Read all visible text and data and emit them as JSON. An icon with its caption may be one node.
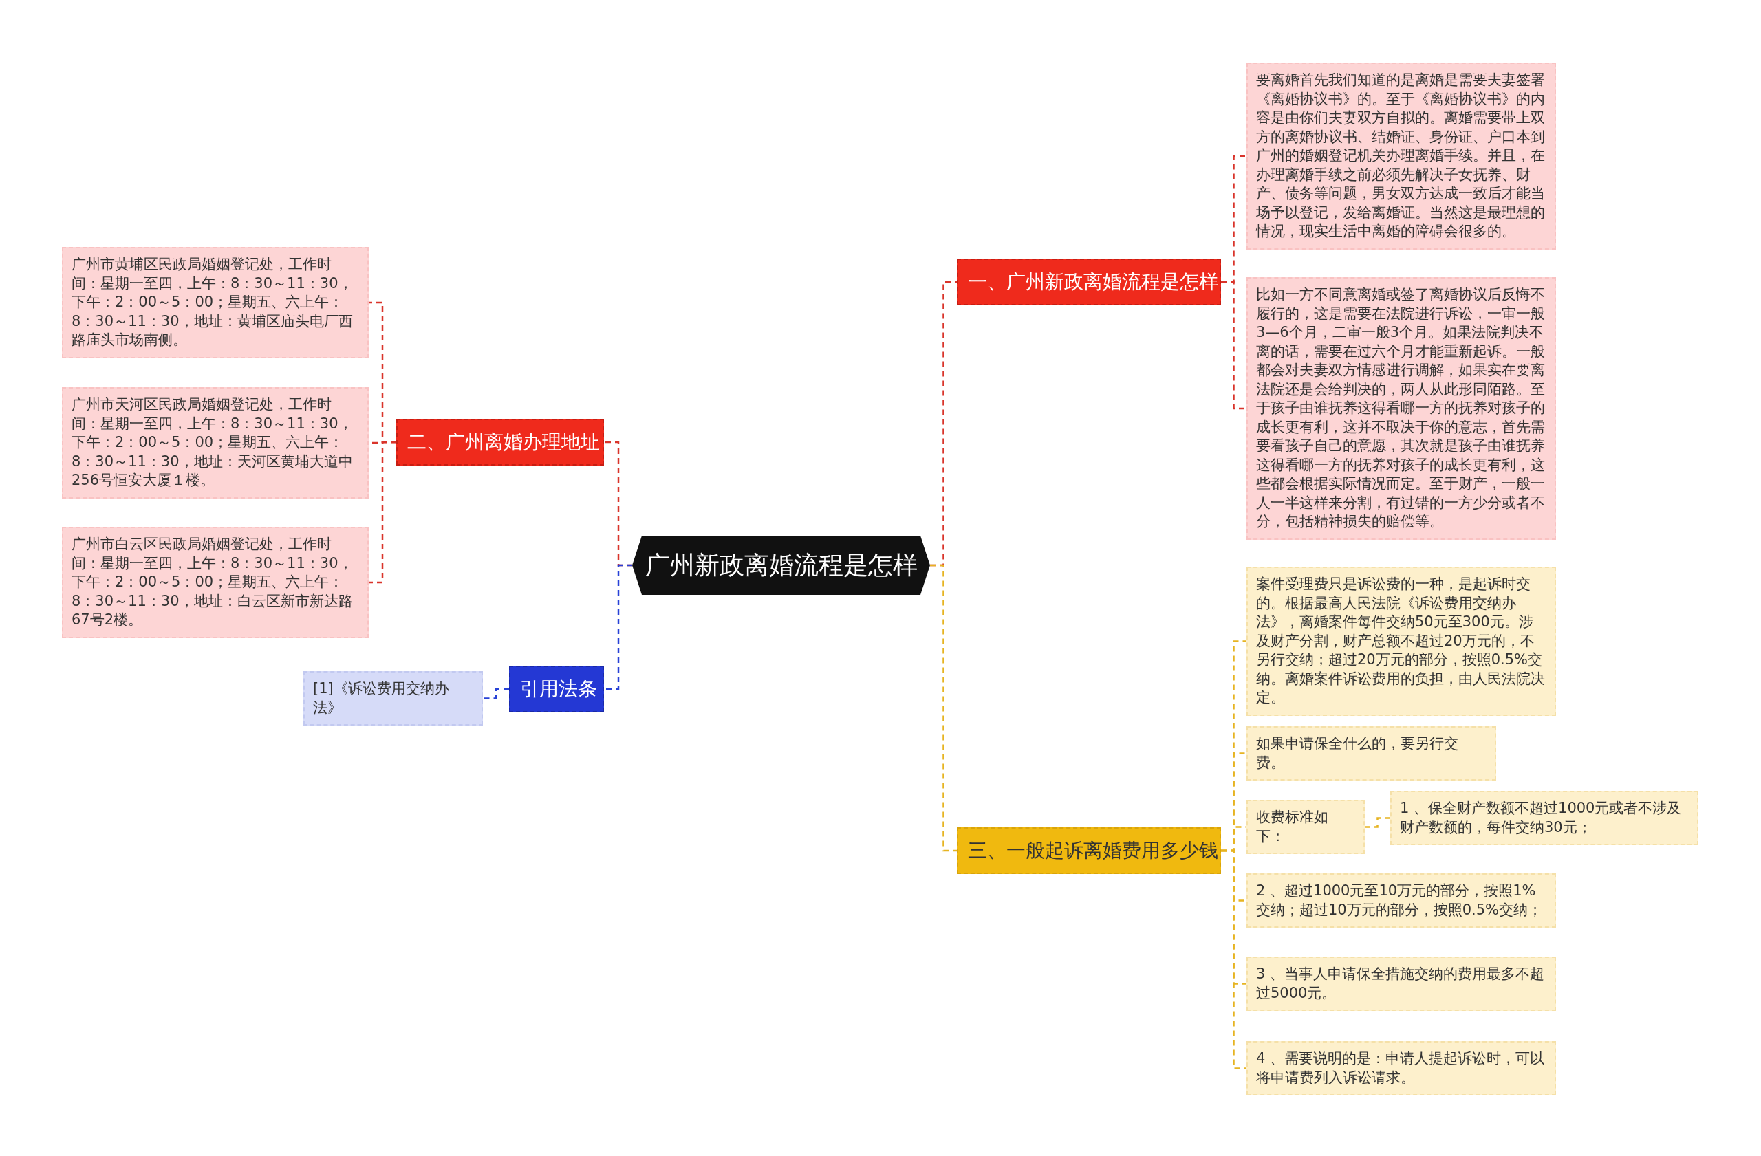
{
  "diagram": {
    "nodes": [
      {
        "text": [
          "广州新政离婚流程是怎样"
        ]
      },
      {
        "text": [
          "一、广州新政离婚流程是怎样"
        ]
      },
      {
        "text": [
          "要离婚首先我们知道的是离婚是需要夫妻签署《离婚协议书》的。至于《离婚协议书》的内容是由你们夫妻双方自拟的。离婚需要带上双方的离婚协议书、结婚证、身份证、户口本到广州的婚姻登记机关办理离婚手续。并且，在办理离婚手续之前必须先解决子女抚养、财产、债务等问题，男女双方达成一致后才能当场予以登记，发给离婚证。当然这是最理想的情况，现实生活中离婚的障碍会很多的。"
        ]
      },
      {
        "text": [
          "比如一方不同意离婚或签了离婚协议后反悔不履行的，这是需要在法院进行诉讼，一审一般3—6个月，二审一般3个月。如果法院判决不离的话，需要在过六个月才能重新起诉。一般都会对夫妻双方情感进行调解，如果实在要离法院还是会给判决的，两人从此形同陌路。至于孩子由谁抚养这得看哪一方的抚养对孩子的成长更有利，这并不取决于你的意志，首先需要看孩子自己的意愿，其次就是孩子由谁抚养这得看哪一方的抚养对孩子的成长更有利，这些都会根据实际情况而定。至于财产，一般一人一半这样来分割，有过错的一方少分或者不分，包括精神损失的赔偿等。"
        ]
      },
      {
        "text": [
          "三、一般起诉离婚费用多少钱"
        ]
      },
      {
        "text": [
          "案件受理费只是诉讼费的一种，是起诉时交的。根据最高人民法院《诉讼费用交纳办法》，离婚案件每件交纳50元至300元。涉及财产分割，财产总额不超过20万元的，不另行交纳；超过20万元的部分，按照0.5%交纳。离婚案件诉讼费用的负担，由人民法院决定。"
        ]
      },
      {
        "text": [
          "如果申请保全什么的，要另行交费。"
        ]
      },
      {
        "text": [
          "收费标准如下："
        ]
      },
      {
        "text": [
          "1 、保全财产数额不超过1000元或者不涉及财产数额的，每件交纳30元；"
        ]
      },
      {
        "text": [
          "2 、超过1000元至10万元的部分，按照1%交纳；超过10万元的部分，按照0.5%交纳；"
        ]
      },
      {
        "text": [
          "3 、当事人申请保全措施交纳的费用最多不超过5000元。"
        ]
      },
      {
        "text": [
          "4 、需要说明的是：申请人提起诉讼时，可以将申请费列入诉讼请求。"
        ]
      },
      {
        "text": [
          "二、广州离婚办理地址"
        ]
      },
      {
        "text": [
          "广州市黄埔区民政局婚姻登记处，工作时间：星期一至四，上午：8：30～11：30，下午：2：00～5：00；星期五、六上午：8：30～11：30，地址：黄埔区庙头电厂西路庙头市场南侧。"
        ]
      },
      {
        "text": [
          "广州市天河区民政局婚姻登记处，工作时间：星期一至四，上午：8：30～11：30，下午：2：00～5：00；星期五、六上午：8：30～11：30，地址：天河区黄埔大道中256号恒安大厦１楼。"
        ]
      },
      {
        "text": [
          "广州市白云区民政局婚姻登记处，工作时间：星期一至四，上午：8：30～11：30，下午：2：00～5：00；星期五、六上午：8：30～11：30，地址：白云区新市新达路67号2楼。"
        ]
      },
      {
        "text": [
          "引用法条"
        ]
      },
      {
        "text": [
          "[1]《诉讼费用交纳办法》"
        ]
      }
    ],
    "edges": [
      {
        "from": 0,
        "to": 1,
        "arrow": "none",
        "style": "dashed",
        "color": "#d9342b"
      },
      {
        "from": 1,
        "to": 2,
        "arrow": "none",
        "style": "dashed",
        "color": "#d9342b"
      },
      {
        "from": 1,
        "to": 3,
        "arrow": "none",
        "style": "dashed",
        "color": "#d9342b"
      },
      {
        "from": 0,
        "to": 4,
        "arrow": "none",
        "style": "dashed"
      },
      {
        "from": 4,
        "to": 5,
        "arrow": "none",
        "style": "dashed"
      },
      {
        "from": 4,
        "to": 6,
        "arrow": "none",
        "style": "dashed"
      },
      {
        "from": 4,
        "to": 7,
        "arrow": "none",
        "style": "dashed"
      },
      {
        "from": 7,
        "to": 8,
        "arrow": "none",
        "style": "dashed"
      },
      {
        "from": 4,
        "to": 9,
        "arrow": "none",
        "style": "dashed"
      },
      {
        "from": 4,
        "to": 10,
        "arrow": "none",
        "style": "dashed"
      },
      {
        "from": 4,
        "to": 11,
        "arrow": "none",
        "style": "dashed"
      },
      {
        "from": 0,
        "to": 12,
        "arrow": "none",
        "style": "dashed",
        "color": "#d9342b"
      },
      {
        "from": 12,
        "to": 13,
        "arrow": "none",
        "style": "dashed",
        "color": "#d9342b"
      },
      {
        "from": 12,
        "to": 14,
        "arrow": "none",
        "style": "dashed",
        "color": "#d9342b"
      },
      {
        "from": 12,
        "to": 15,
        "arrow": "none",
        "style": "dashed",
        "color": "#d9342b"
      },
      {
        "from": 0,
        "to": 16,
        "arrow": "none",
        "style": "dashed",
        "color": "#2741d6"
      },
      {
        "from": 16,
        "to": 17,
        "arrow": "none",
        "style": "dashed",
        "color": "#2741d6"
      }
    ]
  }
}
